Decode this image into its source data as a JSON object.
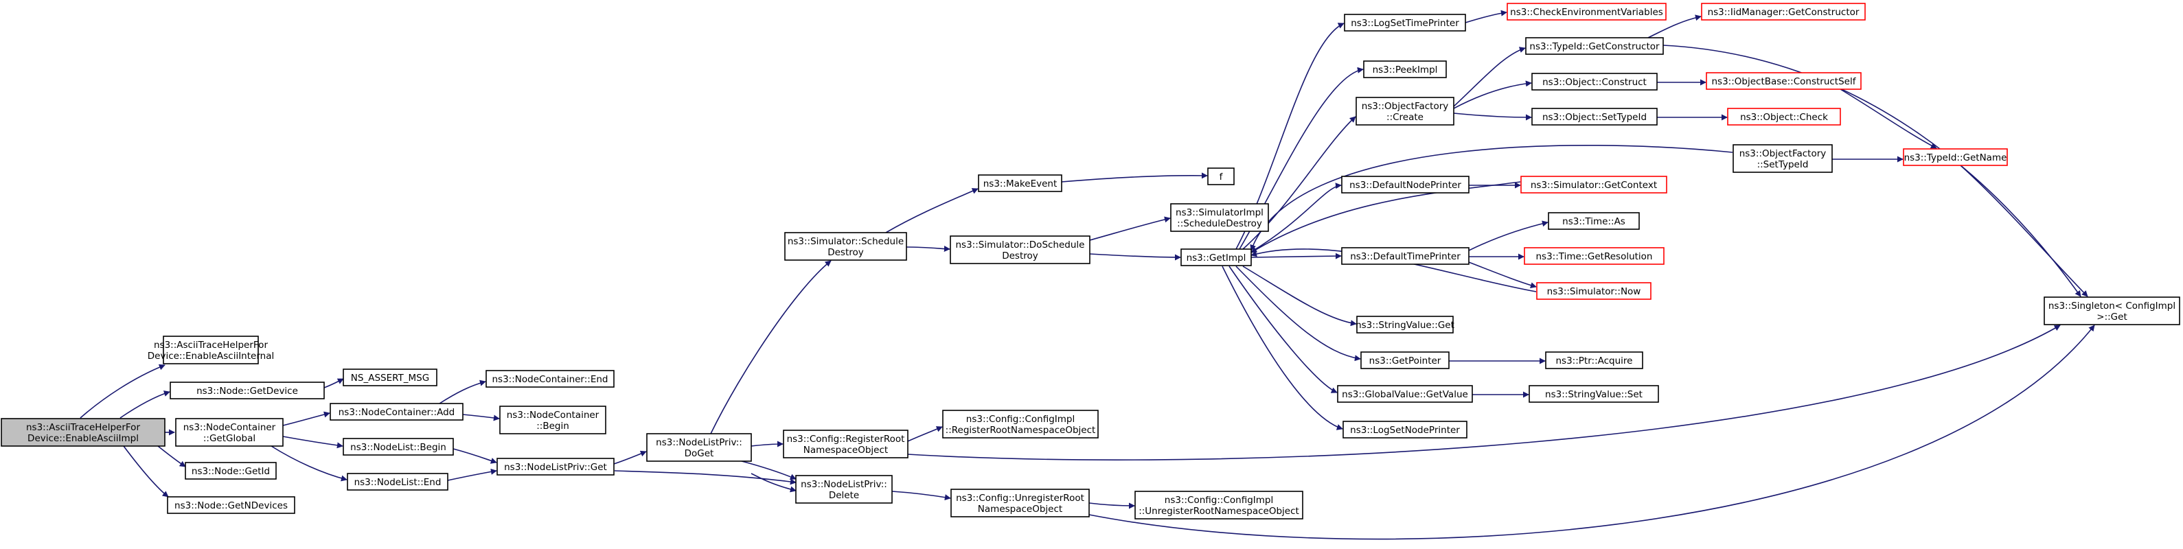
{
  "colors": {
    "edge": "#191970",
    "root_fill": "#bfbfbf",
    "red_border": "#ff0000",
    "border": "#000000"
  },
  "nodes": [
    {
      "id": "root",
      "lines": [
        "ns3::AsciiTraceHelperFor",
        "Device::EnableAsciiImpl"
      ],
      "style": "root"
    },
    {
      "id": "ati",
      "lines": [
        "ns3::AsciiTraceHelperFor",
        "Device::EnableAsciiInternal"
      ],
      "style": "normal"
    },
    {
      "id": "getdevice",
      "lines": [
        "ns3::Node::GetDevice"
      ],
      "style": "normal"
    },
    {
      "id": "ncglobal",
      "lines": [
        "ns3::NodeContainer",
        "::GetGlobal"
      ],
      "style": "normal"
    },
    {
      "id": "getid",
      "lines": [
        "ns3::Node::GetId"
      ],
      "style": "normal"
    },
    {
      "id": "getndev",
      "lines": [
        "ns3::Node::GetNDevices"
      ],
      "style": "normal"
    },
    {
      "id": "assert",
      "lines": [
        "NS_ASSERT_MSG"
      ],
      "style": "normal"
    },
    {
      "id": "ncadd",
      "lines": [
        "ns3::NodeContainer::Add"
      ],
      "style": "normal"
    },
    {
      "id": "nlbegin",
      "lines": [
        "ns3::NodeList::Begin"
      ],
      "style": "normal"
    },
    {
      "id": "nlend",
      "lines": [
        "ns3::NodeList::End"
      ],
      "style": "normal"
    },
    {
      "id": "ncend",
      "lines": [
        "ns3::NodeContainer::End"
      ],
      "style": "normal"
    },
    {
      "id": "ncbegin",
      "lines": [
        "ns3::NodeContainer",
        "::Begin"
      ],
      "style": "normal"
    },
    {
      "id": "nlpget",
      "lines": [
        "ns3::NodeListPriv::Get"
      ],
      "style": "normal"
    },
    {
      "id": "nlpdoget",
      "lines": [
        "ns3::NodeListPriv::",
        "DoGet"
      ],
      "style": "normal"
    },
    {
      "id": "simsched",
      "lines": [
        "ns3::Simulator::Schedule",
        "Destroy"
      ],
      "style": "normal"
    },
    {
      "id": "cfgreg",
      "lines": [
        "ns3::Config::RegisterRoot",
        "NamespaceObject"
      ],
      "style": "normal"
    },
    {
      "id": "nlpdelete",
      "lines": [
        "ns3::NodeListPriv::",
        "Delete"
      ],
      "style": "normal"
    },
    {
      "id": "makeevent",
      "lines": [
        "ns3::MakeEvent"
      ],
      "style": "normal"
    },
    {
      "id": "dosched",
      "lines": [
        "ns3::Simulator::DoSchedule",
        "Destroy"
      ],
      "style": "normal"
    },
    {
      "id": "cfgimplreg",
      "lines": [
        "ns3::Config::ConfigImpl",
        "::RegisterRootNamespaceObject"
      ],
      "style": "normal"
    },
    {
      "id": "cfgunreg",
      "lines": [
        "ns3::Config::UnregisterRoot",
        "NamespaceObject"
      ],
      "style": "normal"
    },
    {
      "id": "cfgimplunreg",
      "lines": [
        "ns3::Config::ConfigImpl",
        "::UnregisterRootNamespaceObject"
      ],
      "style": "normal"
    },
    {
      "id": "f",
      "lines": [
        "f"
      ],
      "style": "normal"
    },
    {
      "id": "simimplsched",
      "lines": [
        "ns3::SimulatorImpl",
        "::ScheduleDestroy"
      ],
      "style": "normal"
    },
    {
      "id": "getimpl",
      "lines": [
        "ns3::GetImpl"
      ],
      "style": "normal"
    },
    {
      "id": "logsettime",
      "lines": [
        "ns3::LogSetTimePrinter"
      ],
      "style": "normal"
    },
    {
      "id": "peekimpl",
      "lines": [
        "ns3::PeekImpl"
      ],
      "style": "normal"
    },
    {
      "id": "ofcreate",
      "lines": [
        "ns3::ObjectFactory",
        "::Create"
      ],
      "style": "normal"
    },
    {
      "id": "defnode",
      "lines": [
        "ns3::DefaultNodePrinter"
      ],
      "style": "normal"
    },
    {
      "id": "deftime",
      "lines": [
        "ns3::DefaultTimePrinter"
      ],
      "style": "normal"
    },
    {
      "id": "strget",
      "lines": [
        "ns3::StringValue::Get"
      ],
      "style": "normal"
    },
    {
      "id": "getpointer",
      "lines": [
        "ns3::GetPointer"
      ],
      "style": "normal"
    },
    {
      "id": "gvget",
      "lines": [
        "ns3::GlobalValue::GetValue"
      ],
      "style": "normal"
    },
    {
      "id": "logsetnode",
      "lines": [
        "ns3::LogSetNodePrinter"
      ],
      "style": "normal"
    },
    {
      "id": "checkenv",
      "lines": [
        "ns3::CheckEnvironmentVariables"
      ],
      "style": "red"
    },
    {
      "id": "tidgetctor",
      "lines": [
        "ns3::TypeId::GetConstructor"
      ],
      "style": "normal"
    },
    {
      "id": "objconstruct",
      "lines": [
        "ns3::Object::Construct"
      ],
      "style": "normal"
    },
    {
      "id": "objsettype",
      "lines": [
        "ns3::Object::SetTypeId"
      ],
      "style": "normal"
    },
    {
      "id": "simgetctx",
      "lines": [
        "ns3::Simulator::GetContext"
      ],
      "style": "red"
    },
    {
      "id": "timeas",
      "lines": [
        "ns3::Time::As"
      ],
      "style": "normal"
    },
    {
      "id": "timeres",
      "lines": [
        "ns3::Time::GetResolution"
      ],
      "style": "red"
    },
    {
      "id": "simnow",
      "lines": [
        "ns3::Simulator::Now"
      ],
      "style": "red"
    },
    {
      "id": "ptracq",
      "lines": [
        "ns3::Ptr::Acquire"
      ],
      "style": "normal"
    },
    {
      "id": "strset",
      "lines": [
        "ns3::StringValue::Set"
      ],
      "style": "normal"
    },
    {
      "id": "iidmgr",
      "lines": [
        "ns3::IidManager::GetConstructor"
      ],
      "style": "red"
    },
    {
      "id": "objbaseself",
      "lines": [
        "ns3::ObjectBase::ConstructSelf"
      ],
      "style": "red"
    },
    {
      "id": "objcheck",
      "lines": [
        "ns3::Object::Check"
      ],
      "style": "red"
    },
    {
      "id": "ofsettype",
      "lines": [
        "ns3::ObjectFactory",
        "::SetTypeId"
      ],
      "style": "normal"
    },
    {
      "id": "tidgetname",
      "lines": [
        "ns3::TypeId::GetName"
      ],
      "style": "red"
    },
    {
      "id": "singleton",
      "lines": [
        "ns3::Singleton< ConfigImpl",
        " >::Get"
      ],
      "style": "normal"
    }
  ]
}
